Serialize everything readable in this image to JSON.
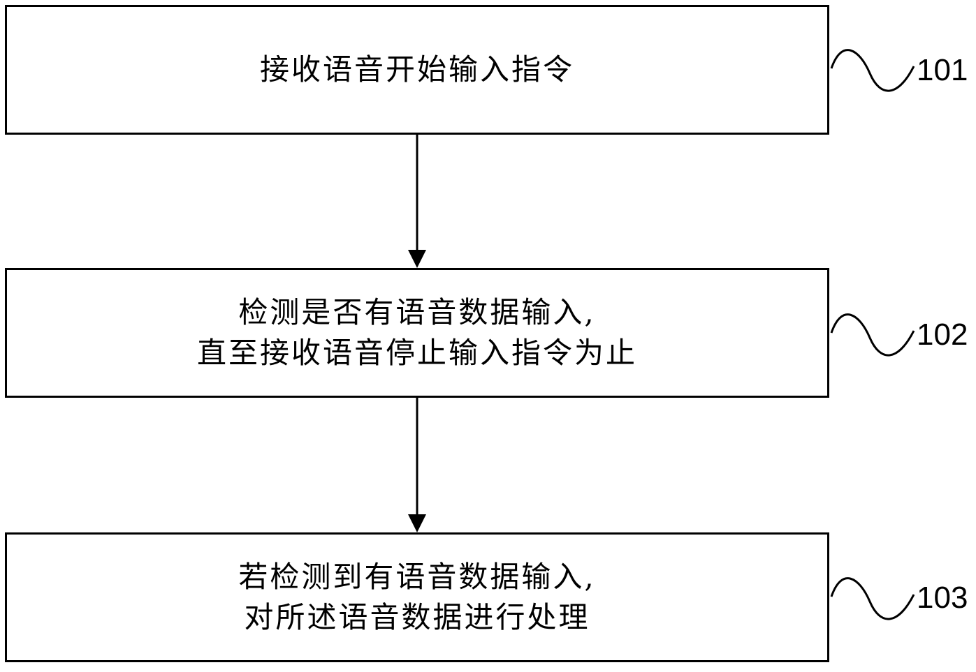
{
  "steps": [
    {
      "lines": [
        "接收语音开始输入指令"
      ],
      "number": "101"
    },
    {
      "lines": [
        "检测是否有语音数据输入,",
        "直至接收语音停止输入指令为止"
      ],
      "number": "102"
    },
    {
      "lines": [
        "若检测到有语音数据输入,",
        "对所述语音数据进行处理"
      ],
      "number": "103"
    }
  ],
  "colors": {
    "stroke": "#000000",
    "background": "#ffffff"
  }
}
